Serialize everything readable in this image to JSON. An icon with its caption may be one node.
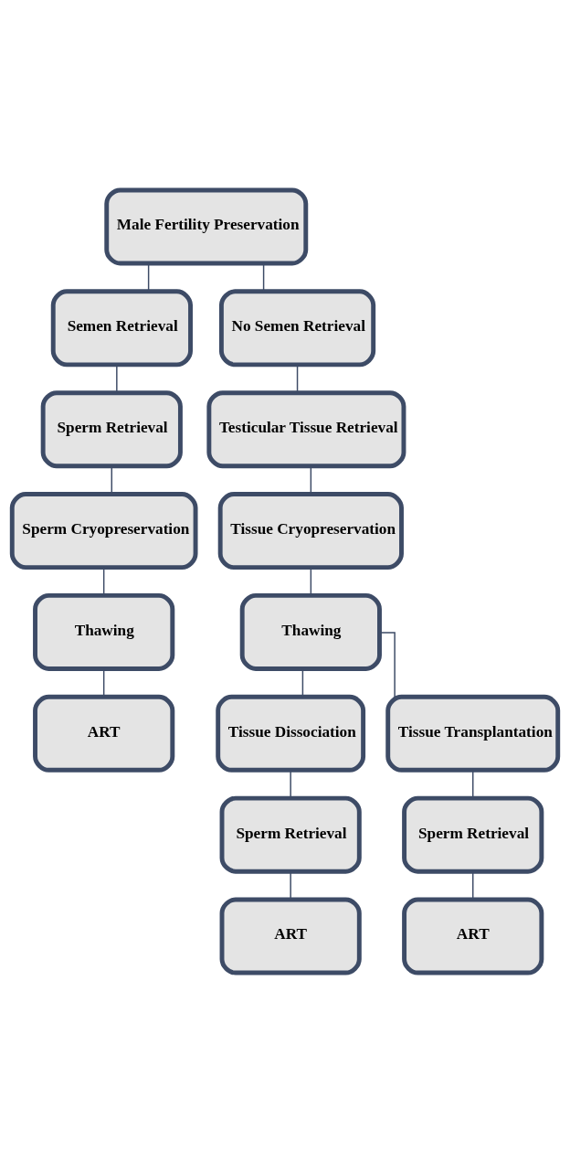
{
  "diagram": {
    "nodes": [
      {
        "text": [
          "Male Fertility Preservation"
        ]
      },
      {
        "text": [
          "Semen Retrieval"
        ]
      },
      {
        "text": [
          "No Semen Retrieval"
        ]
      },
      {
        "text": [
          "Sperm Retrieval"
        ]
      },
      {
        "text": [
          "Testicular Tissue Retrieval"
        ]
      },
      {
        "text": [
          "Sperm Cryopreservation"
        ]
      },
      {
        "text": [
          "Tissue Cryopreservation"
        ]
      },
      {
        "text": [
          "Thawing"
        ]
      },
      {
        "text": [
          "Thawing"
        ]
      },
      {
        "text": [
          "ART"
        ]
      },
      {
        "text": [
          "Tissue Dissociation"
        ]
      },
      {
        "text": [
          "Tissue Transplantation"
        ]
      },
      {
        "text": [
          "Sperm Retrieval"
        ]
      },
      {
        "text": [
          "Sperm Retrieval"
        ]
      },
      {
        "text": [
          "ART"
        ]
      },
      {
        "text": [
          "ART"
        ]
      }
    ],
    "edges": [
      {
        "from": 0,
        "to": 1,
        "arrow": "none"
      },
      {
        "from": 0,
        "to": 2,
        "arrow": "none"
      },
      {
        "from": 1,
        "to": 3,
        "arrow": "none"
      },
      {
        "from": 3,
        "to": 5,
        "arrow": "none"
      },
      {
        "from": 5,
        "to": 7,
        "arrow": "none"
      },
      {
        "from": 7,
        "to": 9,
        "arrow": "none"
      },
      {
        "from": 2,
        "to": 4,
        "arrow": "none"
      },
      {
        "from": 4,
        "to": 6,
        "arrow": "none"
      },
      {
        "from": 6,
        "to": 8,
        "arrow": "none"
      },
      {
        "from": 8,
        "to": 10,
        "arrow": "none"
      },
      {
        "from": 8,
        "to": 11,
        "arrow": "none"
      },
      {
        "from": 10,
        "to": 12,
        "arrow": "none"
      },
      {
        "from": 11,
        "to": 13,
        "arrow": "none"
      },
      {
        "from": 12,
        "to": 14,
        "arrow": "none"
      },
      {
        "from": 13,
        "to": 15,
        "arrow": "none"
      }
    ]
  }
}
